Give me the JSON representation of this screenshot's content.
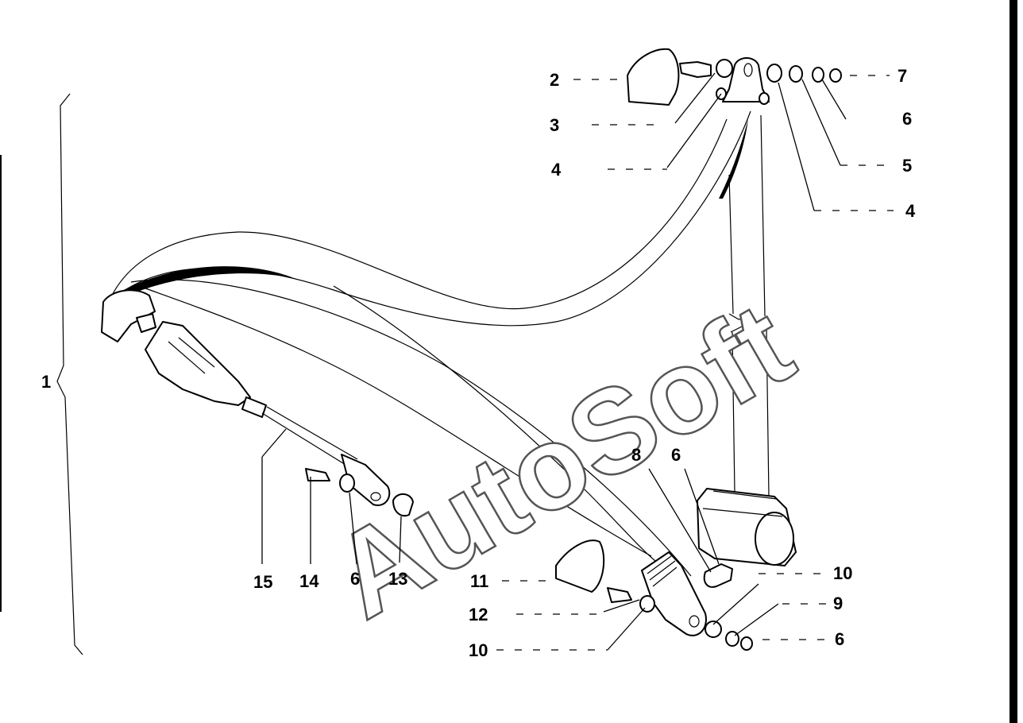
{
  "watermark": "AutoSoft",
  "callouts": {
    "c1": "1",
    "c2": "2",
    "c3": "3",
    "c4a": "4",
    "c4b": "4",
    "c5": "5",
    "c6a": "6",
    "c6b": "6",
    "c6c": "6",
    "c6d": "6",
    "c7": "7",
    "c8": "8",
    "c9": "9",
    "c10a": "10",
    "c10b": "10",
    "c11": "11",
    "c12": "12",
    "c13": "13",
    "c14": "14",
    "c15": "15"
  }
}
